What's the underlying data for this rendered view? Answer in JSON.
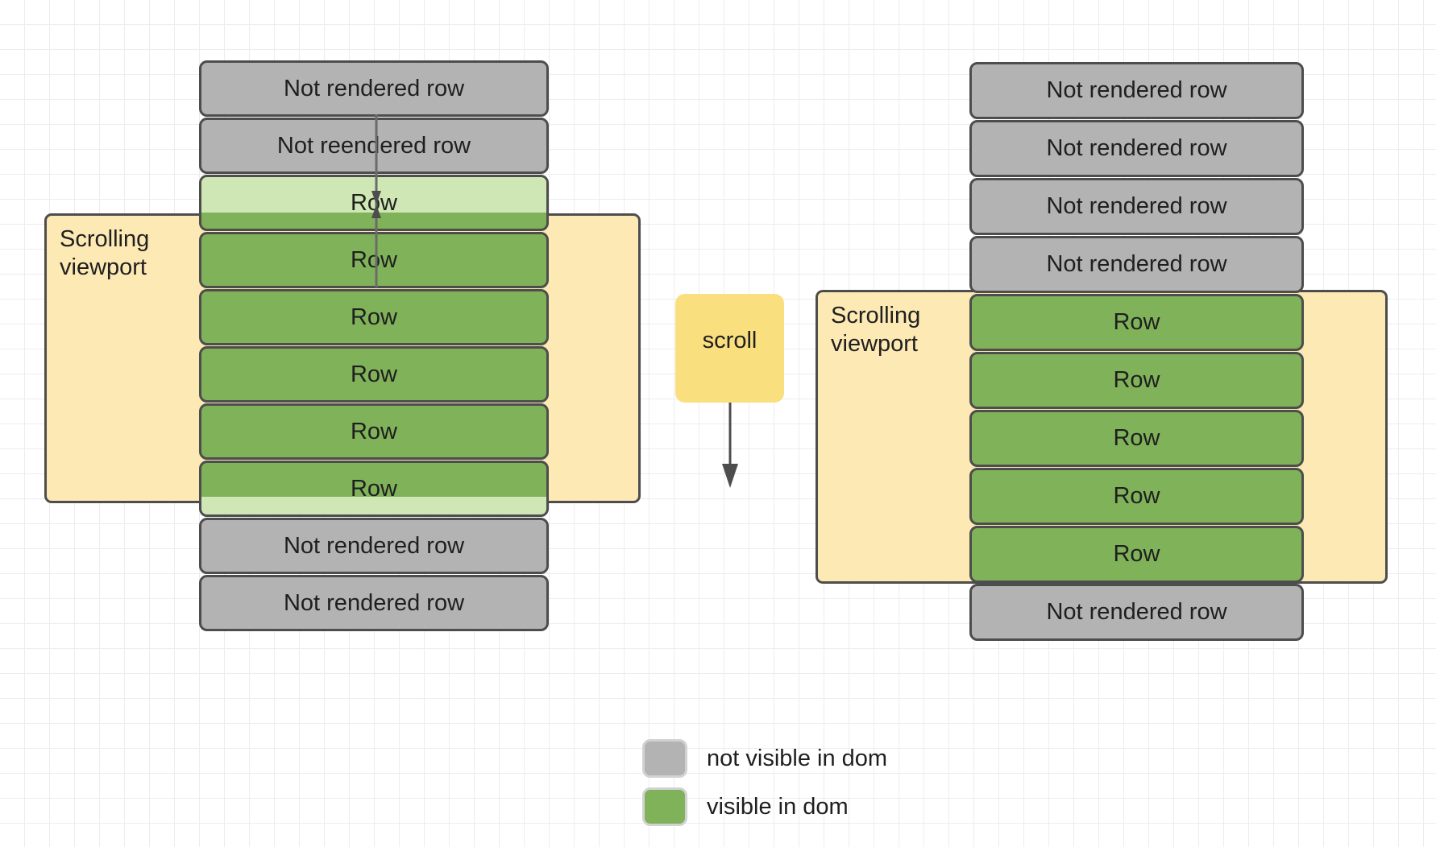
{
  "diagram": {
    "title": "Virtualized list rendering before and after scroll",
    "colors": {
      "not_visible": "#b3b3b3",
      "visible": "#80b25a",
      "partially_visible": "#cfe7b4",
      "viewport_fill": "#fce9b4",
      "scroll_note_fill": "#fadf7f",
      "stroke": "#4d4d4d",
      "text": "#1f1f1f",
      "grid_minor": "#ededed",
      "grid_major": "#dcdcdc"
    }
  },
  "left_panel": {
    "viewport_label": "Scrolling\nviewport",
    "rows": [
      {
        "label": "Not rendered row",
        "state": "not-visible"
      },
      {
        "label": "Not reendered row",
        "state": "not-visible"
      },
      {
        "label": "Row",
        "state": "partially-visible-top"
      },
      {
        "label": "Row",
        "state": "visible"
      },
      {
        "label": "Row",
        "state": "visible"
      },
      {
        "label": "Row",
        "state": "visible"
      },
      {
        "label": "Row",
        "state": "visible"
      },
      {
        "label": "Row",
        "state": "partially-visible-bottom"
      },
      {
        "label": "Not rendered row",
        "state": "not-visible"
      },
      {
        "label": "Not rendered row",
        "state": "not-visible"
      }
    ]
  },
  "scroll_note": {
    "label": "scroll",
    "direction": "down"
  },
  "right_panel": {
    "viewport_label": "Scrolling\nviewport",
    "rows": [
      {
        "label": "Not rendered row",
        "state": "not-visible"
      },
      {
        "label": "Not rendered row",
        "state": "not-visible"
      },
      {
        "label": "Not rendered row",
        "state": "not-visible"
      },
      {
        "label": "Not rendered row",
        "state": "not-visible"
      },
      {
        "label": "Row",
        "state": "visible"
      },
      {
        "label": "Row",
        "state": "visible"
      },
      {
        "label": "Row",
        "state": "visible"
      },
      {
        "label": "Row",
        "state": "visible"
      },
      {
        "label": "Row",
        "state": "visible"
      },
      {
        "label": "Not rendered row",
        "state": "not-visible"
      }
    ]
  },
  "legend": {
    "items": [
      {
        "label": "not visible in dom",
        "color": "#b3b3b3"
      },
      {
        "label": "visible in dom",
        "color": "#80b25a"
      }
    ]
  }
}
